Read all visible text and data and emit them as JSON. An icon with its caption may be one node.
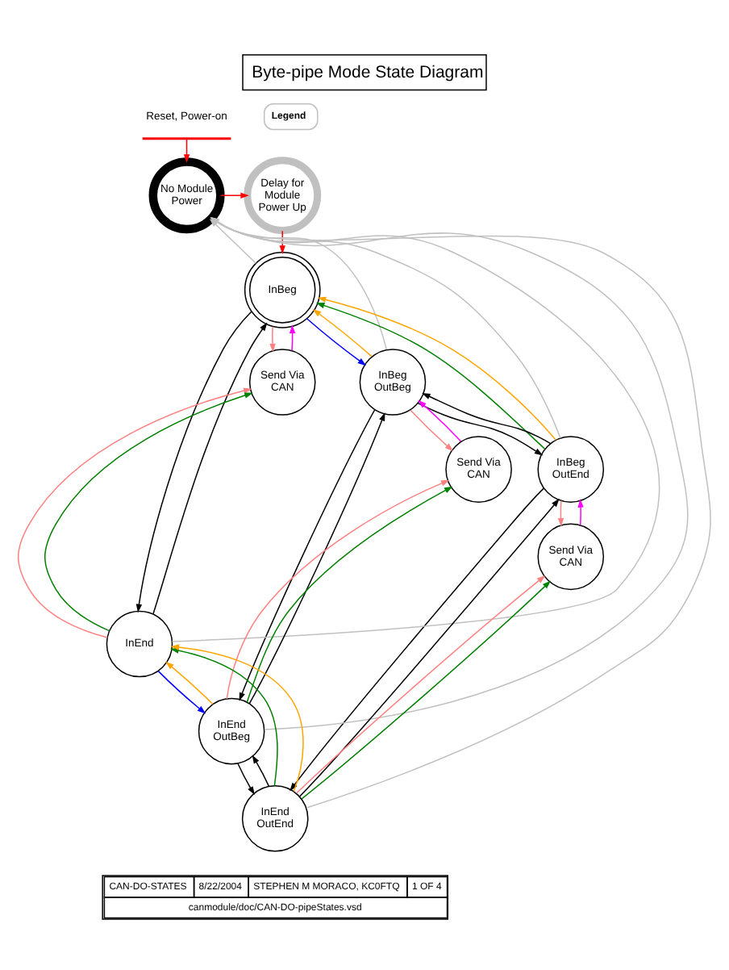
{
  "diagram": {
    "title": "Byte-pipe Mode State Diagram",
    "nodes": [
      {
        "text": [
          "Reset, Power-on"
        ]
      },
      {
        "text": [
          "Delay for Module Power Up"
        ]
      },
      {
        "text": [
          "No Module Power"
        ]
      },
      {
        "text": [
          "InBeg"
        ]
      },
      {
        "text": [
          "Send Via CAN"
        ]
      },
      {
        "text": [
          "InBeg OutBeg"
        ]
      },
      {
        "text": [
          "Send Via CAN"
        ]
      },
      {
        "text": [
          "InBeg OutEnd"
        ]
      },
      {
        "text": [
          "Send Via CAN"
        ]
      },
      {
        "text": [
          "InEnd"
        ]
      },
      {
        "text": [
          "InEnd OutBeg"
        ]
      },
      {
        "text": [
          "InEnd OutEnd"
        ]
      }
    ],
    "edges": [
      {
        "from": 0,
        "to": 2,
        "arrow": "to",
        "color": "#ff0000"
      },
      {
        "from": 2,
        "to": 1,
        "arrow": "to",
        "color": "#ff0000"
      },
      {
        "from": 1,
        "to": 3,
        "arrow": "to",
        "color": "#ff0000"
      },
      {
        "from": 3,
        "to": 2,
        "arrow": "to",
        "color": "#c0c0c0"
      },
      {
        "from": 5,
        "to": 2,
        "arrow": "to",
        "color": "#c0c0c0"
      },
      {
        "from": 7,
        "to": 2,
        "arrow": "to",
        "color": "#c0c0c0"
      },
      {
        "from": 9,
        "to": 2,
        "arrow": "to",
        "color": "#c0c0c0"
      },
      {
        "from": 10,
        "to": 2,
        "arrow": "to",
        "color": "#c0c0c0"
      },
      {
        "from": 11,
        "to": 2,
        "arrow": "to",
        "color": "#c0c0c0"
      },
      {
        "from": 3,
        "to": 5,
        "arrow": "to",
        "color": "#0000ff"
      },
      {
        "from": 3,
        "to": 4,
        "arrow": "to",
        "color": "#ff8080"
      },
      {
        "from": 4,
        "to": 3,
        "arrow": "to",
        "color": "#ff00ff"
      },
      {
        "from": 3,
        "to": 9,
        "arrow": "to"
      },
      {
        "from": 9,
        "to": 3,
        "arrow": "to"
      },
      {
        "from": 5,
        "to": 3,
        "arrow": "to",
        "color": "#ffa500"
      },
      {
        "from": 7,
        "to": 3,
        "arrow": "to",
        "color": "#008000"
      },
      {
        "from": 7,
        "to": 3,
        "arrow": "to",
        "color": "#ffa500"
      },
      {
        "from": 5,
        "to": 6,
        "arrow": "to",
        "color": "#ff8080"
      },
      {
        "from": 6,
        "to": 5,
        "arrow": "to",
        "color": "#ff00ff"
      },
      {
        "from": 5,
        "to": 7,
        "arrow": "to"
      },
      {
        "from": 7,
        "to": 5,
        "arrow": "to"
      },
      {
        "from": 5,
        "to": 10,
        "arrow": "to"
      },
      {
        "from": 10,
        "to": 5,
        "arrow": "to"
      },
      {
        "from": 7,
        "to": 8,
        "arrow": "to",
        "color": "#ff8080"
      },
      {
        "from": 8,
        "to": 7,
        "arrow": "to",
        "color": "#ff00ff"
      },
      {
        "from": 7,
        "to": 11,
        "arrow": "to"
      },
      {
        "from": 11,
        "to": 7,
        "arrow": "to"
      },
      {
        "from": 9,
        "to": 4,
        "arrow": "to",
        "color": "#ff8080"
      },
      {
        "from": 9,
        "to": 4,
        "arrow": "to",
        "color": "#008000"
      },
      {
        "from": 9,
        "to": 10,
        "arrow": "to",
        "color": "#0000ff"
      },
      {
        "from": 10,
        "to": 6,
        "arrow": "to",
        "color": "#ff8080"
      },
      {
        "from": 10,
        "to": 6,
        "arrow": "to",
        "color": "#008000"
      },
      {
        "from": 10,
        "to": 9,
        "arrow": "to",
        "color": "#ffa500"
      },
      {
        "from": 10,
        "to": 11,
        "arrow": "to"
      },
      {
        "from": 11,
        "to": 10,
        "arrow": "to"
      },
      {
        "from": 11,
        "to": 8,
        "arrow": "to",
        "color": "#ff8080"
      },
      {
        "from": 11,
        "to": 8,
        "arrow": "to",
        "color": "#008000"
      },
      {
        "from": 11,
        "to": 9,
        "arrow": "to",
        "color": "#008000"
      },
      {
        "from": 11,
        "to": 9,
        "arrow": "to",
        "color": "#ffa500"
      }
    ],
    "labels": [
      "Legend",
      "CAN-DO-STATES",
      "8/22/2004",
      "STEPHEN M MORACO, KC0FTQ",
      "1 OF 4",
      "canmodule/doc/CAN-DO-pipeStates.vsd"
    ]
  }
}
